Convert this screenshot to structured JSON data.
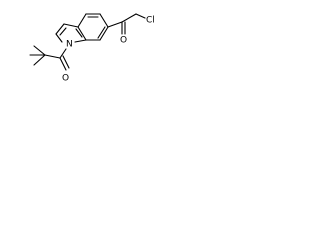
{
  "molecule": {
    "atom_labels": {
      "cl": "Cl",
      "n": "N",
      "o_acyl": "O",
      "o_ketone": "O"
    }
  }
}
